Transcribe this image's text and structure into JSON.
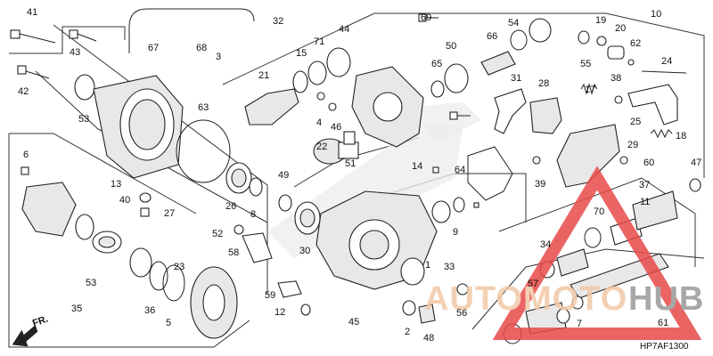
{
  "diagram_code": "HP7AF1300",
  "front_indicator": "FR.",
  "watermark": {
    "text_left": "AUTOMOTO",
    "text_right": "HUB",
    "color_left": "#f2c8a6",
    "color_right": "#9a9a9a",
    "triangle_color": "#e84a4a"
  },
  "callouts": [
    "41",
    "32",
    "43",
    "67",
    "68",
    "3",
    "42",
    "21",
    "15",
    "71",
    "44",
    "69",
    "50",
    "54",
    "66",
    "19",
    "10",
    "20",
    "62",
    "55",
    "24",
    "53",
    "63",
    "65",
    "31",
    "28",
    "38",
    "17",
    "23",
    "25",
    "18",
    "13",
    "22",
    "4",
    "46",
    "51",
    "14",
    "64",
    "29",
    "39",
    "60",
    "47",
    "40",
    "27",
    "49",
    "26",
    "8",
    "37",
    "6",
    "11",
    "9",
    "57",
    "70",
    "52",
    "30",
    "58",
    "34",
    "53",
    "1",
    "33",
    "35",
    "36",
    "5",
    "59",
    "12",
    "45",
    "56",
    "2",
    "48",
    "7",
    "61"
  ],
  "colors": {
    "stroke": "#222222",
    "frame": "#333333",
    "shade": "#e8e8e8"
  }
}
